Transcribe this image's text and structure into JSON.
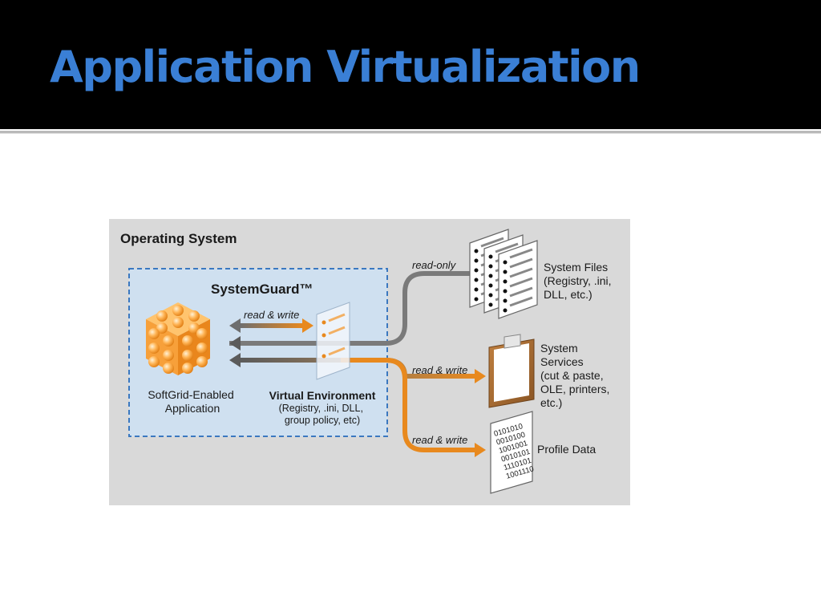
{
  "slide": {
    "title": "Application Virtualization"
  },
  "diagram": {
    "os_label": "Operating System",
    "systemguard_label": "SystemGuard™",
    "app_label_lines": [
      "SoftGrid-Enabled",
      "Application"
    ],
    "virtual_env": {
      "title": "Virtual Environment",
      "detail_lines": [
        "(Registry, .ini, DLL,",
        "group policy, etc)"
      ]
    },
    "arrow_labels": {
      "internal_rw": "read & write",
      "read_only": "read-only",
      "services_rw": "read & write",
      "profile_rw": "read & write"
    },
    "system_files_lines": [
      "System Files",
      "(Registry, .ini,",
      "DLL, etc.)"
    ],
    "system_services_lines": [
      "System",
      "Services",
      "(cut & paste,",
      "OLE, printers,",
      "etc.)"
    ],
    "profile_data_label": "Profile Data",
    "binary_lines": [
      "0101010",
      "0010100",
      "1001001",
      "0010101",
      "1110101",
      "1001110"
    ],
    "colors": {
      "panel": "#d9d9d9",
      "sandbox": "#cfe0f0",
      "sandbox_border": "#3b78c0",
      "systemguard_text": "#1f5fae",
      "orange": "#e8891e",
      "gray_arrow": "#7a7a7a",
      "title": "#3a7fd5"
    },
    "icons": [
      "cube-icon",
      "document-stack-icon",
      "clipboard-icon",
      "binary-document-icon",
      "virtual-document-icon"
    ]
  }
}
